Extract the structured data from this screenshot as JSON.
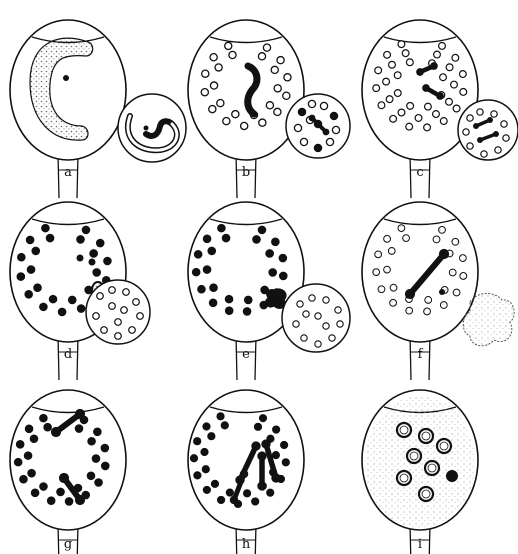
{
  "figure": {
    "panels": [
      {
        "label": "a"
      },
      {
        "label": "b"
      },
      {
        "label": "c"
      },
      {
        "label": "d"
      },
      {
        "label": "e"
      },
      {
        "label": "f"
      },
      {
        "label": "g"
      },
      {
        "label": "h"
      },
      {
        "label": "i"
      }
    ]
  },
  "colors": {
    "ink": "#111111",
    "paper": "#ffffff",
    "stipple": "#777777"
  }
}
